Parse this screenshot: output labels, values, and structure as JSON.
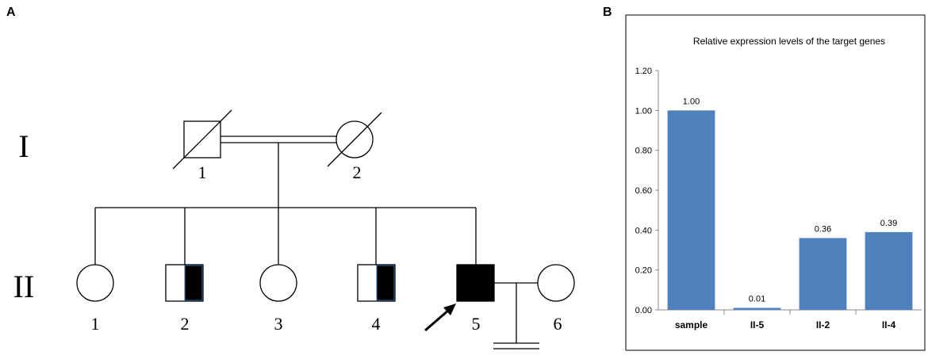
{
  "panel_a": {
    "label": "A",
    "generations": [
      "I",
      "II"
    ],
    "gen1_members": [
      "1",
      "2"
    ],
    "gen2_members": [
      "1",
      "2",
      "3",
      "4",
      "5",
      "6"
    ]
  },
  "panel_b": {
    "label": "B"
  },
  "chart_data": {
    "type": "bar",
    "title": "Relative expression levels of the target genes",
    "categories": [
      "sample",
      "II-5",
      "II-2",
      "II-4"
    ],
    "values": [
      1.0,
      0.01,
      0.36,
      0.39
    ],
    "data_labels": [
      "1.00",
      "0.01",
      "0.36",
      "0.39"
    ],
    "yticks": [
      "0.00",
      "0.20",
      "0.40",
      "0.60",
      "0.80",
      "1.00",
      "1.20"
    ],
    "ylim": [
      0,
      1.2
    ],
    "bar_color": "#4f81bd",
    "xlabel": "",
    "ylabel": "",
    "grid": false
  }
}
